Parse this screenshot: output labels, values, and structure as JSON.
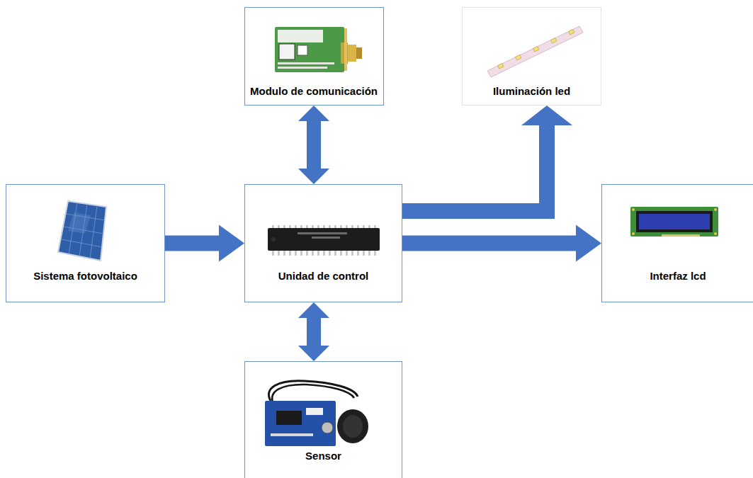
{
  "diagram": {
    "nodes": [
      {
        "text": [
          "Modulo de comunicación"
        ]
      },
      {
        "text": [
          "Iluminación led"
        ]
      },
      {
        "text": [
          "Sistema fotovoltaico"
        ]
      },
      {
        "text": [
          "Unidad de control"
        ]
      },
      {
        "text": [
          "Interfaz lcd"
        ]
      },
      {
        "text": [
          "Sensor"
        ]
      }
    ],
    "edges": [
      {
        "from": 0,
        "to": 3,
        "arrow": "both"
      },
      {
        "from": 2,
        "to": 3,
        "arrow": "to"
      },
      {
        "from": 3,
        "to": 1,
        "arrow": "to"
      },
      {
        "from": 3,
        "to": 4,
        "arrow": "to"
      },
      {
        "from": 3,
        "to": 5,
        "arrow": "both"
      }
    ]
  }
}
